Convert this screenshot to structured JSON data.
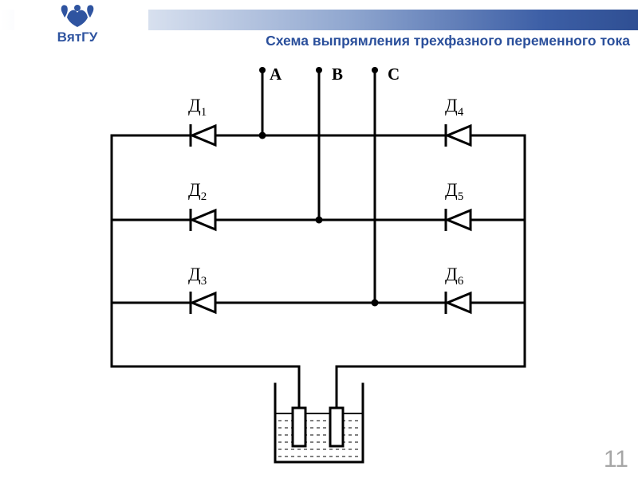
{
  "header": {
    "logo_text": "ВятГУ",
    "title": "Схема выпрямления трехфазного переменного тока"
  },
  "diagram": {
    "phases": [
      "A",
      "B",
      "C"
    ],
    "diodes": [
      {
        "prefix": "Д",
        "index": "1"
      },
      {
        "prefix": "Д",
        "index": "2"
      },
      {
        "prefix": "Д",
        "index": "3"
      },
      {
        "prefix": "Д",
        "index": "4"
      },
      {
        "prefix": "Д",
        "index": "5"
      },
      {
        "prefix": "Д",
        "index": "6"
      }
    ]
  },
  "footer": {
    "page_number": "11"
  },
  "colors": {
    "title": "#2a4f9b",
    "logo": "#2f54a0",
    "page_number": "#a6a6a6",
    "lines": "#000000"
  }
}
